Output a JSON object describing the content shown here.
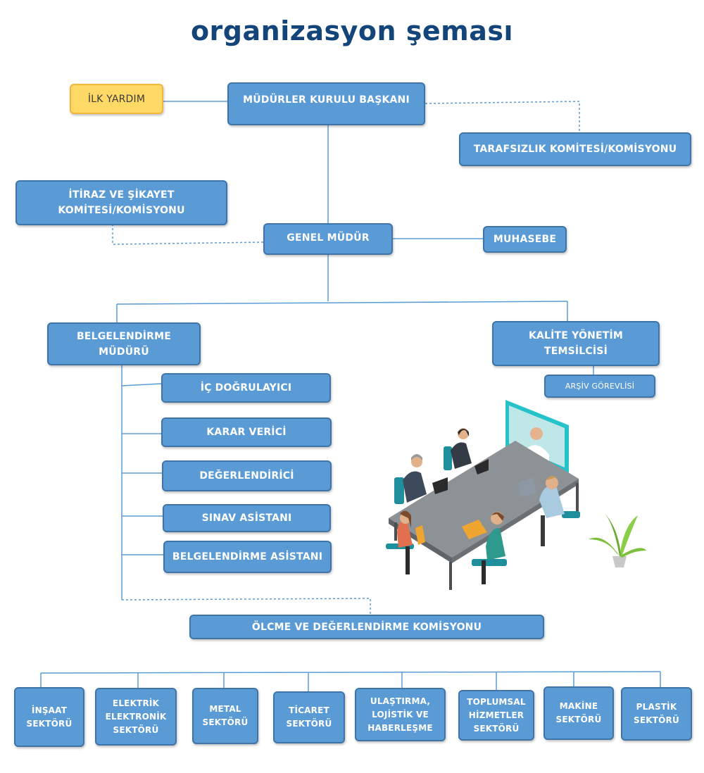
{
  "title": "organizasyon şeması",
  "nodes": {
    "ilk_yardim": "İLK YARDIM",
    "mudurler_kurulu_baskani": "MÜDÜRLER KURULU BAŞKANI",
    "tarafsizlik_komitesi": "TARAFSIZLIK KOMİTESİ/KOMİSYONU",
    "itiraz_sikayet_line1": "İTİRAZ VE ŞİKAYET",
    "itiraz_sikayet_line2": "KOMİTESİ/KOMİSYONU",
    "genel_mudur": "GENEL MÜDÜR",
    "muhasebe": "MUHASEBE",
    "belgelendirme_muduru_line1": "BELGELENDİRME",
    "belgelendirme_muduru_line2": "MÜDÜRÜ",
    "kalite_yonetim_line1": "KALİTE YÖNETİM",
    "kalite_yonetim_line2": "TEMSİLCİSİ",
    "arsiv_gorevlisi": "ARŞİV GÖREVLİSİ",
    "ic_dogrulayici": "İÇ DOĞRULAYICI",
    "karar_verici": "KARAR VERİCİ",
    "degerlendirici": "DEĞERLENDİRİCİ",
    "sinav_asistani": "SINAV ASİSTANI",
    "belgelendirme_asistani": "BELGELENDİRME ASİSTANI",
    "olcme_komisyonu": "ÖLCME VE DEĞERLENDİRME KOMİSYONU"
  },
  "sectors": [
    {
      "line1": "İNŞAAT",
      "line2": "SEKTÖRÜ",
      "line3": ""
    },
    {
      "line1": "ELEKTRİK",
      "line2": "ELEKTRONİK",
      "line3": "SEKTÖRÜ"
    },
    {
      "line1": "METAL",
      "line2": "SEKTÖRÜ",
      "line3": ""
    },
    {
      "line1": "TİCARET",
      "line2": "SEKTÖRÜ",
      "line3": ""
    },
    {
      "line1": "ULAŞTIRMA,",
      "line2": "LOJİSTİK VE",
      "line3": "HABERLEŞME"
    },
    {
      "line1": "TOPLUMSAL",
      "line2": "HİZMETLER",
      "line3": "SEKTÖRÜ"
    },
    {
      "line1": "MAKİNE",
      "line2": "SEKTÖRÜ",
      "line3": ""
    },
    {
      "line1": "PLASTİK",
      "line2": "SEKTÖRÜ",
      "line3": ""
    }
  ],
  "colors": {
    "box_fill": "#5b9bd5",
    "box_border": "#3f74a8",
    "highlight_fill": "#ffd966",
    "title": "#13457a",
    "connector": "#5b9bd5"
  },
  "illustration": "meeting-table-illustration"
}
